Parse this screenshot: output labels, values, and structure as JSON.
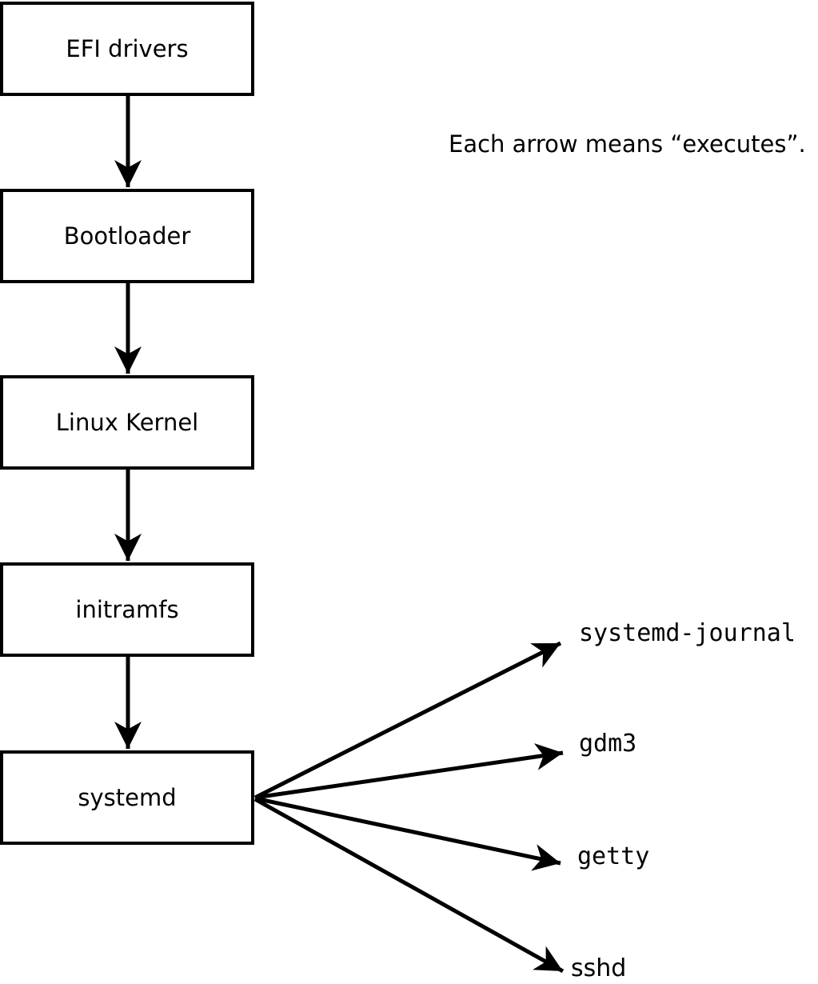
{
  "diagram": {
    "annotation": "Each arrow means “executes”.",
    "arrow_meaning": "executes",
    "colors": {
      "stroke": "#000000",
      "box_fill": "#ffffff",
      "background": "#ffffff"
    },
    "chain": [
      {
        "label": "EFI drivers"
      },
      {
        "label": "Bootloader"
      },
      {
        "label": "Linux Kernel"
      },
      {
        "label": "initramfs"
      },
      {
        "label": "systemd"
      }
    ],
    "spawned": [
      {
        "label": "systemd-journal"
      },
      {
        "label": "gdm3"
      },
      {
        "label": "getty"
      },
      {
        "label": "sshd"
      }
    ]
  }
}
